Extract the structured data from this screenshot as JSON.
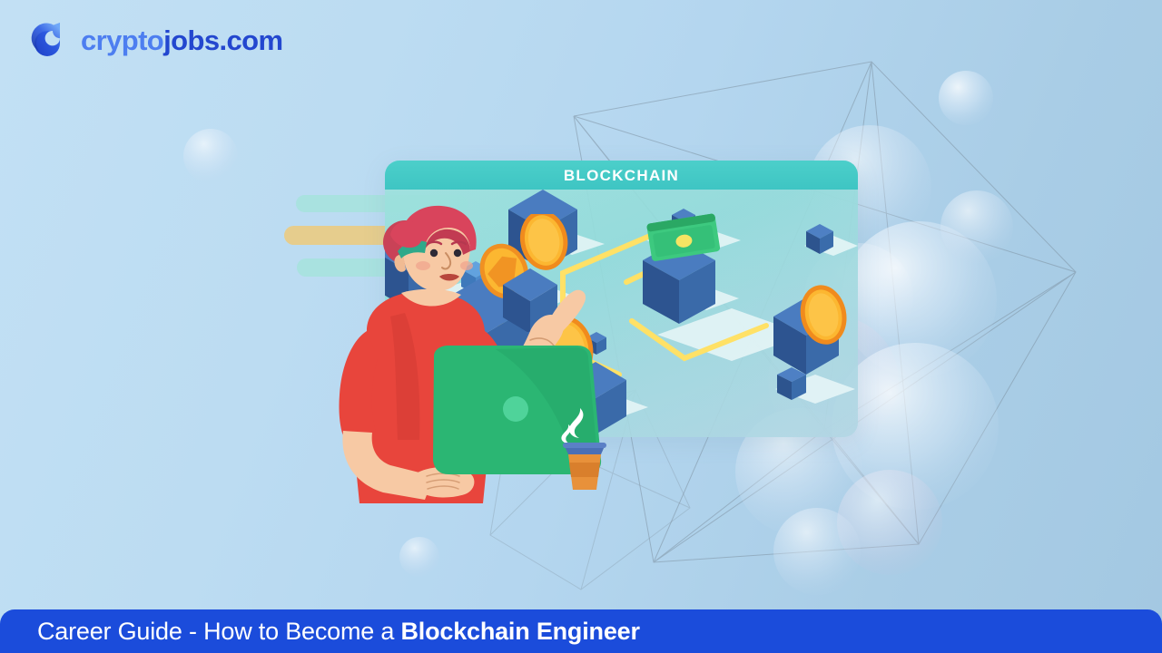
{
  "brand": {
    "logo_icon": "droplet-logo-icon",
    "wordmark_part1": "crypto",
    "wordmark_part2": "jobs.com",
    "wordmark_full": "cryptojobs.com",
    "color_light_blue": "#4d7ef0",
    "color_dark_blue": "#2347cf"
  },
  "background": {
    "color_top_right": "#a3c8e2",
    "color_left": "#c2e0f4",
    "wireframe_color": "#7d8f9e",
    "decor_sphere_color": "#d9e8f5"
  },
  "panel": {
    "title": "BLOCKCHAIN",
    "header_color": "#3ec5c3",
    "body_color": "#8cdad8",
    "title_color": "#ffffff"
  },
  "decor_bars": [
    {
      "name": "bar-teal-top",
      "color": "#a9e2e0"
    },
    {
      "name": "bar-tan-middle",
      "color": "#e6cd8d"
    },
    {
      "name": "bar-teal-bottom",
      "color": "#a9e2e0"
    }
  ],
  "illustration": {
    "character": "woman-with-laptop",
    "shirt_color": "#e8453c",
    "hair_color": "#c94257",
    "skin_color": "#f5c6a0",
    "laptop_color": "#2bb673",
    "hairband_color": "#2fa98a",
    "coffee_cup": {
      "name": "coffee-cup",
      "body_color": "#e8913a",
      "lid_color": "#4a6fb5",
      "steam_color": "#ffffff"
    },
    "nodes": {
      "cube_color": "#3f6fb5",
      "cube_top_color": "#4a7fc6",
      "cube_side_color": "#35609f",
      "coin_color": "#fcb731",
      "coin_edge_color": "#f08b1d",
      "link_color": "#ffe26b",
      "banknote_color": "#2bb673",
      "platform_color": "#e8f6f7"
    }
  },
  "banner": {
    "prefix": "Career Guide - How to Become a ",
    "emphasis": "Blockchain Engineer",
    "full_text": "Career Guide - How to Become a Blockchain Engineer",
    "background_color": "#1b4cdb",
    "text_color": "#ffffff"
  }
}
